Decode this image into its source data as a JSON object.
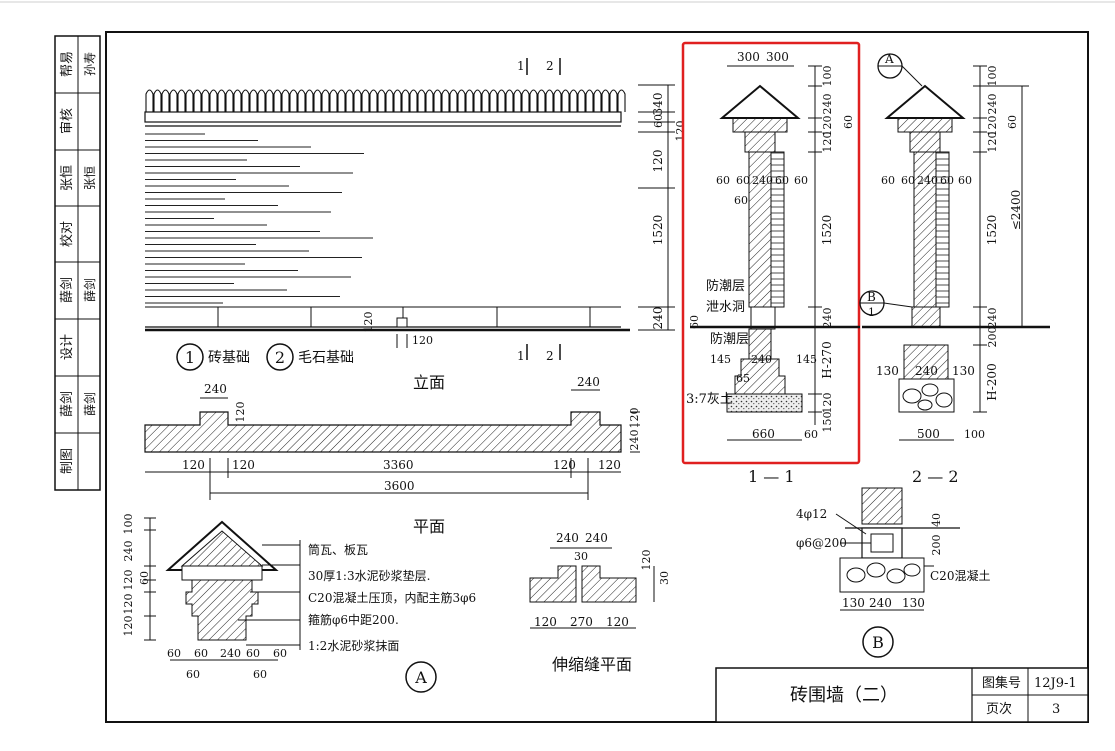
{
  "sidebar": {
    "rows": [
      {
        "role": "帮易",
        "sign": "孙寿"
      },
      {
        "role": "审核",
        "sign": ""
      },
      {
        "role": "张恒",
        "sign": "张恒"
      },
      {
        "role": "校对",
        "sign": ""
      },
      {
        "role": "薛剑",
        "sign": "薛剑"
      },
      {
        "role": "设计",
        "sign": ""
      },
      {
        "role": "薛剑",
        "sign": "薛剑"
      },
      {
        "role": "制图",
        "sign": ""
      }
    ]
  },
  "elevation": {
    "title": "立面",
    "legend_1": "砖基础",
    "legend_2": "毛石基础",
    "legend_1_num": "1",
    "legend_2_num": "2",
    "section_marks": [
      "1",
      "2"
    ],
    "dims_right": [
      "340",
      "60",
      "120",
      "120",
      "1520",
      "240"
    ],
    "dim_120": "120",
    "dim_foot": "120"
  },
  "plan": {
    "title": "平面",
    "dims_top": [
      "240",
      "240"
    ],
    "dim_120_left": "120",
    "dims_bottom": [
      "120",
      "120",
      "3360",
      "120",
      "120"
    ],
    "total": "3600",
    "dims_right": [
      "240",
      "120"
    ]
  },
  "section11": {
    "title": "1 — 1",
    "top_dims": [
      "300",
      "300"
    ],
    "right_dims": [
      "100",
      "240",
      "120",
      "60",
      "120",
      "1520",
      "240",
      "60"
    ],
    "mid_dims": [
      "60",
      "60",
      "240",
      "60",
      "60"
    ],
    "mid_dim_60b": "60",
    "labels": [
      "防潮层",
      "泄水洞",
      "防潮层"
    ],
    "lime": "3:7灰土",
    "base_dims": [
      "145",
      "240",
      "145"
    ],
    "dim_65": "65",
    "h270": "H-270",
    "dims_bottom": [
      "120",
      "150"
    ],
    "width": "660",
    "dim_60_bot": "60"
  },
  "section22": {
    "title": "2 — 2",
    "callout_A": "A",
    "callout_B": "B",
    "callout_num": "1",
    "right_dims": [
      "100",
      "240",
      "120",
      "60",
      "120",
      "1520",
      "240",
      "200"
    ],
    "total": "≤2400",
    "mid_dims": [
      "60",
      "60",
      "240",
      "60",
      "60"
    ],
    "base_dims": [
      "130",
      "240",
      "130"
    ],
    "h200": "H-200",
    "width": "500",
    "dim_100": "100"
  },
  "detailA": {
    "label": "A",
    "notes": [
      "筒瓦、板瓦",
      "30厚1:3水泥砂浆垫层.",
      "C20混凝土压顶，内配主筋3φ6",
      "箍筋φ6中距200.",
      "1:2水泥砂浆抹面"
    ],
    "left_dims": [
      "100",
      "240",
      "120",
      "60",
      "120",
      "120"
    ],
    "bottom_dims": [
      "60",
      "60",
      "240",
      "60",
      "60"
    ],
    "bottom_dims2": [
      "60",
      "60"
    ]
  },
  "joint": {
    "title": "伸缩缝平面",
    "top_dims": [
      "240",
      "240"
    ],
    "gap": "30",
    "right_dims": [
      "120",
      "30"
    ],
    "bottom_dims": [
      "120",
      "270",
      "120"
    ]
  },
  "detailB": {
    "label": "B",
    "rebar1": "4φ12",
    "rebar2": "φ6@200",
    "dim_40": "40",
    "dim_200": "200",
    "concrete": "C20混凝土",
    "bottom_dims": [
      "130",
      "240",
      "130"
    ]
  },
  "titleblock": {
    "name": "砖围墙（二）",
    "atlas_label": "图集号",
    "atlas_no": "12J9-1",
    "page_label": "页次",
    "page_no": "3"
  },
  "highlight_color": "#e02020"
}
